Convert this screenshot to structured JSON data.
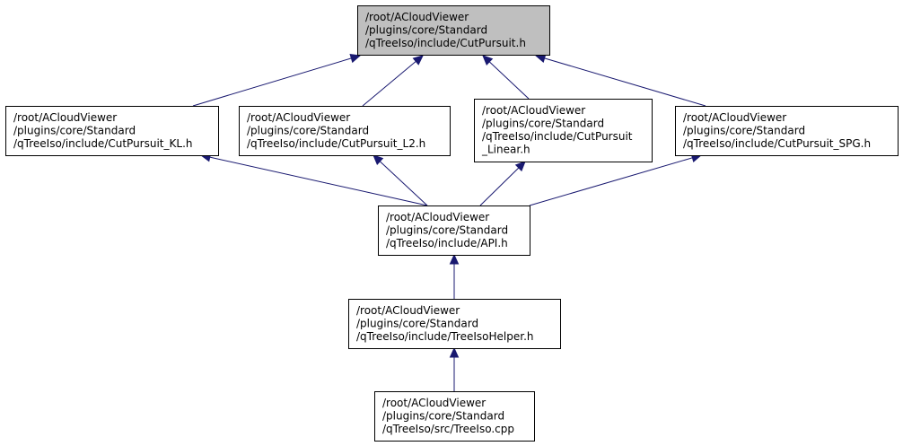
{
  "diagram": {
    "nodes": [
      {
        "id": "cutpursuit_h",
        "highlighted": true,
        "lines": [
          "/root/ACloudViewer",
          "/plugins/core/Standard",
          "/qTreeIso/include/CutPursuit.h"
        ]
      },
      {
        "id": "cutpursuit_kl_h",
        "highlighted": false,
        "lines": [
          "/root/ACloudViewer",
          "/plugins/core/Standard",
          "/qTreeIso/include/CutPursuit_KL.h"
        ]
      },
      {
        "id": "cutpursuit_l2_h",
        "highlighted": false,
        "lines": [
          "/root/ACloudViewer",
          "/plugins/core/Standard",
          "/qTreeIso/include/CutPursuit_L2.h"
        ]
      },
      {
        "id": "cutpursuit_linear_h",
        "highlighted": false,
        "lines": [
          "/root/ACloudViewer",
          "/plugins/core/Standard",
          "/qTreeIso/include/CutPursuit",
          "_Linear.h"
        ]
      },
      {
        "id": "cutpursuit_spg_h",
        "highlighted": false,
        "lines": [
          "/root/ACloudViewer",
          "/plugins/core/Standard",
          "/qTreeIso/include/CutPursuit_SPG.h"
        ]
      },
      {
        "id": "api_h",
        "highlighted": false,
        "lines": [
          "/root/ACloudViewer",
          "/plugins/core/Standard",
          "/qTreeIso/include/API.h"
        ]
      },
      {
        "id": "treeisohelper_h",
        "highlighted": false,
        "lines": [
          "/root/ACloudViewer",
          "/plugins/core/Standard",
          "/qTreeIso/include/TreeIsoHelper.h"
        ]
      },
      {
        "id": "treeiso_cpp",
        "highlighted": false,
        "lines": [
          "/root/ACloudViewer",
          "/plugins/core/Standard",
          "/qTreeIso/src/TreeIso.cpp"
        ]
      }
    ],
    "edges": [
      {
        "from": "cutpursuit_kl_h",
        "to": "cutpursuit_h"
      },
      {
        "from": "cutpursuit_l2_h",
        "to": "cutpursuit_h"
      },
      {
        "from": "cutpursuit_linear_h",
        "to": "cutpursuit_h"
      },
      {
        "from": "cutpursuit_spg_h",
        "to": "cutpursuit_h"
      },
      {
        "from": "api_h",
        "to": "cutpursuit_kl_h"
      },
      {
        "from": "api_h",
        "to": "cutpursuit_l2_h"
      },
      {
        "from": "api_h",
        "to": "cutpursuit_linear_h"
      },
      {
        "from": "api_h",
        "to": "cutpursuit_spg_h"
      },
      {
        "from": "treeisohelper_h",
        "to": "api_h"
      },
      {
        "from": "treeiso_cpp",
        "to": "treeisohelper_h"
      }
    ],
    "colors": {
      "highlight_fill": "#bfbfbf",
      "node_fill": "#ffffff",
      "node_stroke": "#000000",
      "edge": "#191970"
    }
  }
}
